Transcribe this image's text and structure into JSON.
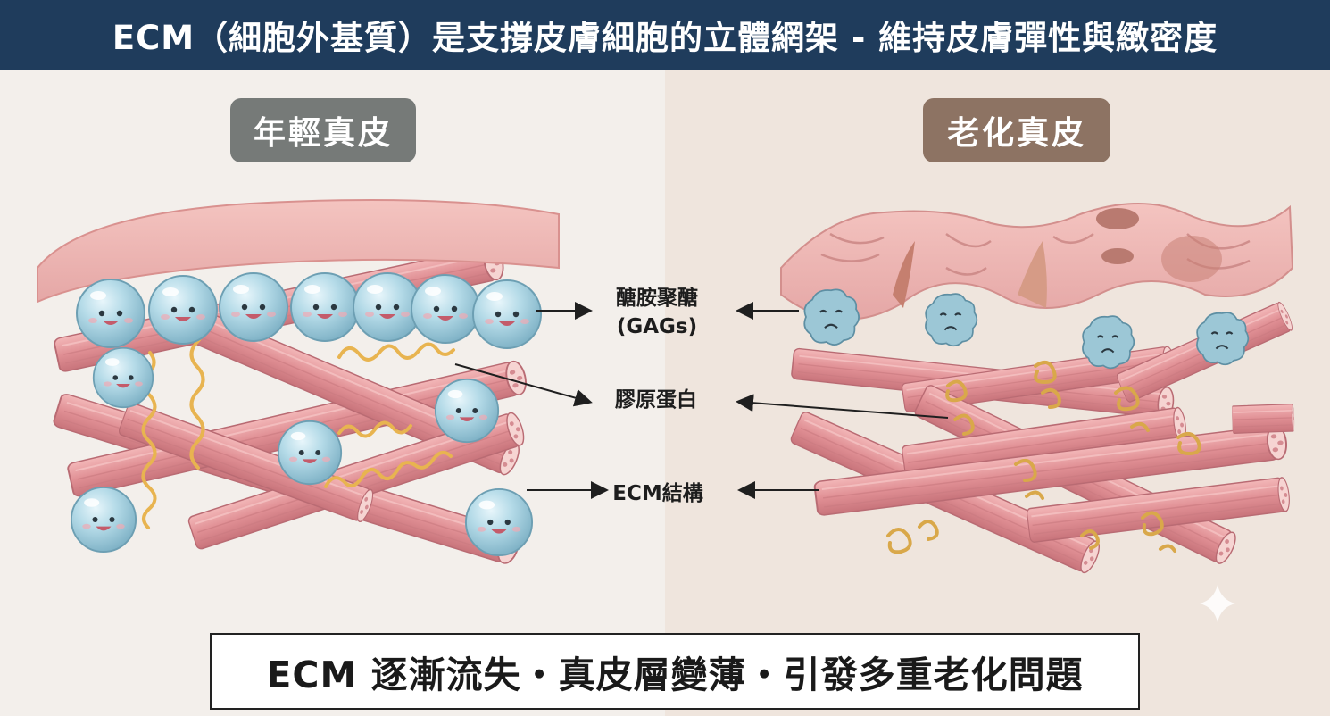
{
  "header": {
    "title": "ECM（細胞外基質）是支撐皮膚細胞的立體網架 - 維持皮膚彈性與緻密度"
  },
  "panels": {
    "young": {
      "title": "年輕真皮"
    },
    "aged": {
      "title": "老化真皮"
    }
  },
  "labels": {
    "gags_line1": "醣胺聚醣",
    "gags_line2": "(GAGs)",
    "collagen": "膠原蛋白",
    "ecm": "ECM結構"
  },
  "footer": {
    "text": "ECM 逐漸流失・真皮層變薄・引發多重老化問題"
  },
  "colors": {
    "header_bg": "#1f3c5c",
    "young_pill": "#767a78",
    "aged_pill": "#8d7363",
    "collagen_fiber": "#e4989c",
    "gag_sphere": "#a9d3e3",
    "elastin_coil": "#e8b450"
  },
  "icons": [
    "arrow-right-icon",
    "arrow-left-icon",
    "sparkle-icon"
  ]
}
